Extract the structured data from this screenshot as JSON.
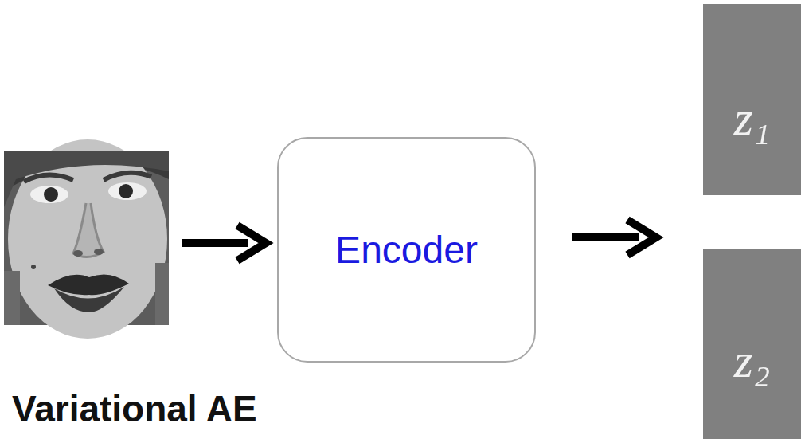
{
  "diagram": {
    "nodes": [
      {
        "text": [
          "Encoder"
        ]
      },
      {
        "text": [
          "z₁"
        ]
      },
      {
        "text": [
          "z₂"
        ]
      }
    ],
    "labels": [
      "Variational AE"
    ]
  }
}
